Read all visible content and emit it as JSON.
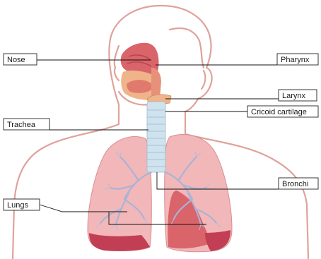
{
  "labels": {
    "nose": "Nose",
    "pharynx": "Pharynx",
    "larynx": "Larynx",
    "cricoid": "Cricoid cartilage",
    "trachea": "Trachea",
    "bronchi": "Bronchi",
    "lungs": "Lungs"
  },
  "colors": {
    "outline": "#e0a29a",
    "lung_fill": "#f2b7b9",
    "lung_dark": "#c23e55",
    "nasal": "#d9646a",
    "trachea": "#cfe3ee",
    "bronchi": "#a9b3d6"
  }
}
